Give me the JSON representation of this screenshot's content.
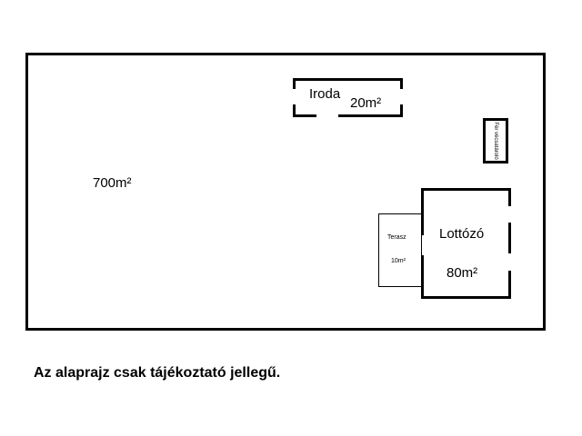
{
  "plan": {
    "total_area": "700m²",
    "office": {
      "name": "Iroda",
      "area": "20m²"
    },
    "small_room": {
      "label": "Fér vécsatároló"
    },
    "lottery": {
      "name": "Lottózó",
      "area": "80m²"
    },
    "terrace": {
      "name": "Terasz",
      "area": "10m²"
    }
  },
  "footer": {
    "note": "Az alaprajz csak tájékoztató jellegű."
  }
}
